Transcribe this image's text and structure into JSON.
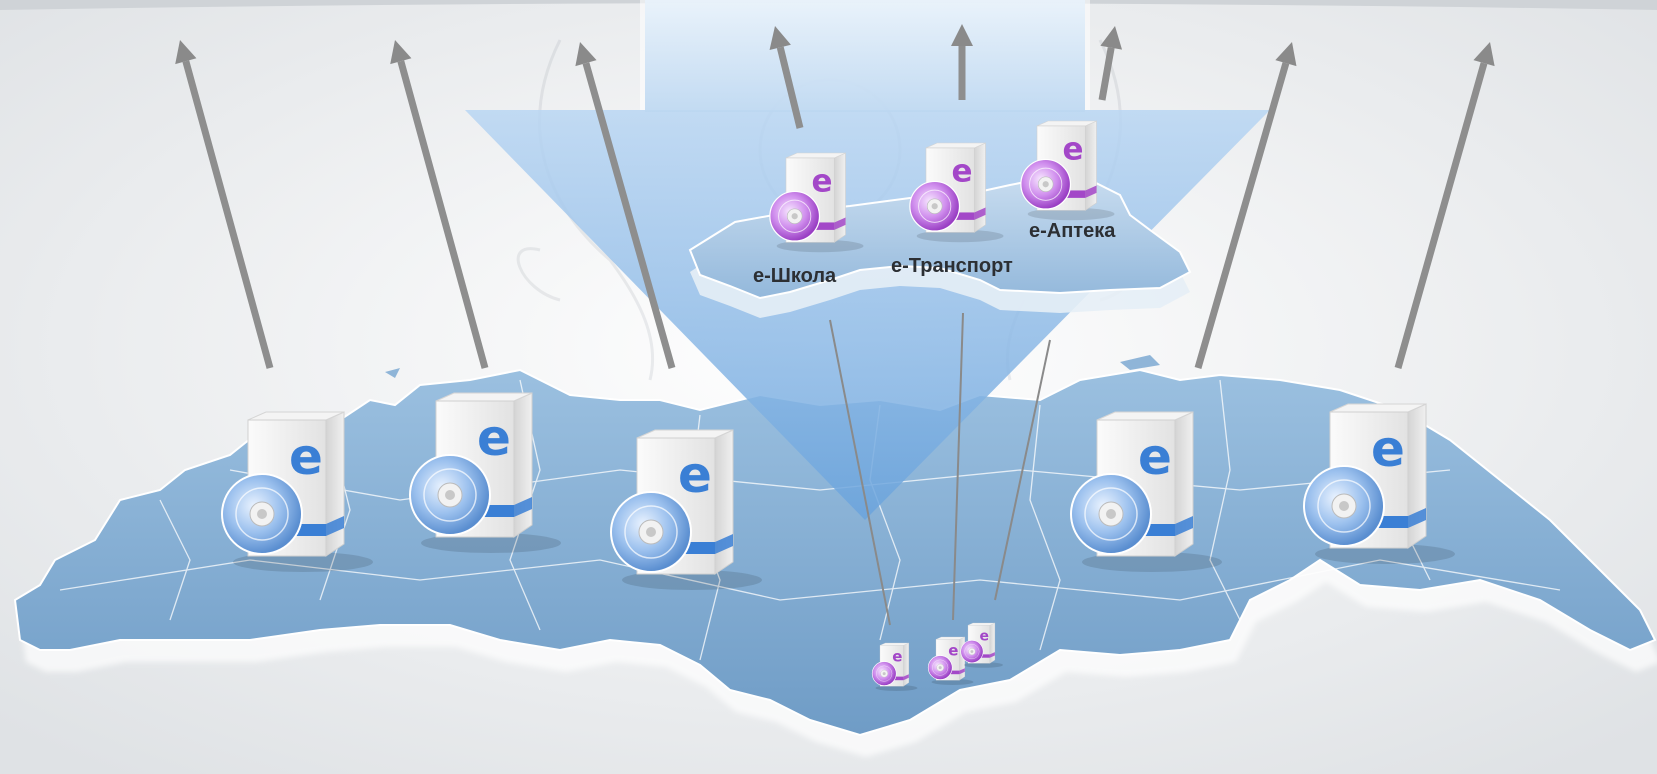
{
  "diagram": {
    "colors": {
      "background": "#f1f2f3",
      "map": "#7fa9cf",
      "region": "#a9c6e2",
      "funnel": "#8ab8e6",
      "arrow": "#8a8a8a",
      "box_blue": "#3a7fd5",
      "box_purple": "#a347c8"
    },
    "products": [
      {
        "name": "e-Школа",
        "color": "purple"
      },
      {
        "name": "e-Транспорт",
        "color": "purple"
      },
      {
        "name": "e-Аптека",
        "color": "purple"
      }
    ],
    "box_letter": "e",
    "regional_copies": 5,
    "central_copies": 3,
    "icons": [
      "software-box-icon",
      "cd-disc-icon",
      "up-arrow-icon",
      "russia-map-icon",
      "region-map-icon"
    ]
  }
}
